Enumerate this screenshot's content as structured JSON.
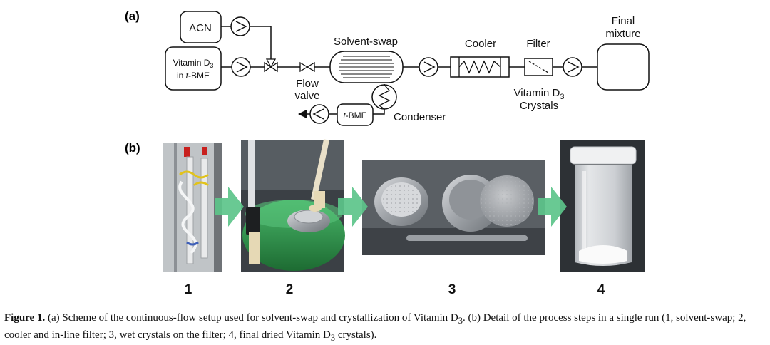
{
  "panel_a": {
    "label": "(a)",
    "acn": "ACN",
    "vitamin_d3": "Vitamin D",
    "vitamin_d3_sub": "3",
    "in_tbme_prefix": "in ",
    "in_tbme_italic": "t",
    "in_tbme_suffix": "-BME",
    "flow_valve_1": "Flow",
    "flow_valve_2": "valve",
    "solvent_swap": "Solvent-swap",
    "tbme_italic": "t",
    "tbme_suffix": "-BME",
    "condenser": "Condenser",
    "cooler": "Cooler",
    "filter": "Filter",
    "crystals_1": "Vitamin D",
    "crystals_1_sub": "3",
    "crystals_2": "Crystals",
    "final_1": "Final",
    "final_2": "mixture"
  },
  "panel_b": {
    "label": "(b)",
    "steps": [
      "1",
      "2",
      "3",
      "4"
    ]
  },
  "caption": {
    "figure_label": "Figure 1.",
    "text_1": " (a) Scheme of the continuous-flow setup used for solvent-swap and crystallization of Vitamin D",
    "sub_1": "3",
    "text_2": ". (b) Detail of the process steps in a single run (1, solvent-swap; 2, cooler and in-line filter; 3, wet crystals on the filter; 4, final dried Vitamin D",
    "sub_2": "3",
    "text_3": " crystals)."
  },
  "colors": {
    "arrow_green": "#5cc48a",
    "solution_green": "#2f9a4a",
    "steel": "#a9acb0",
    "line": "#111111"
  }
}
